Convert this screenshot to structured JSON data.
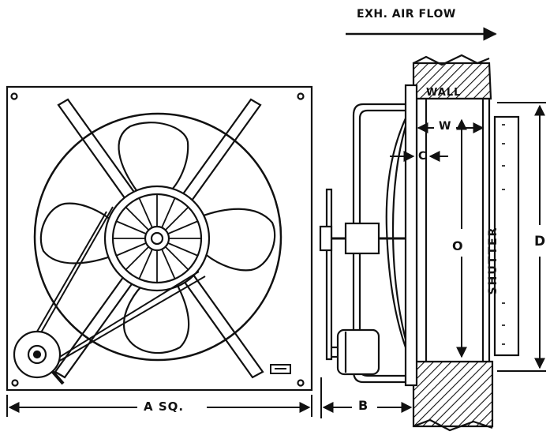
{
  "diagram": {
    "airflow_label": "EXH. AIR FLOW",
    "dim_a_label": "A SQ.",
    "dim_b_label": "B",
    "dim_c_label": "C",
    "dim_w_label": "W",
    "dim_o_label": "O",
    "dim_d_label": "D",
    "wall_label": "WALL",
    "shutter_label": "SHUTTER",
    "line_color": "#111111",
    "background_color": "#ffffff"
  }
}
